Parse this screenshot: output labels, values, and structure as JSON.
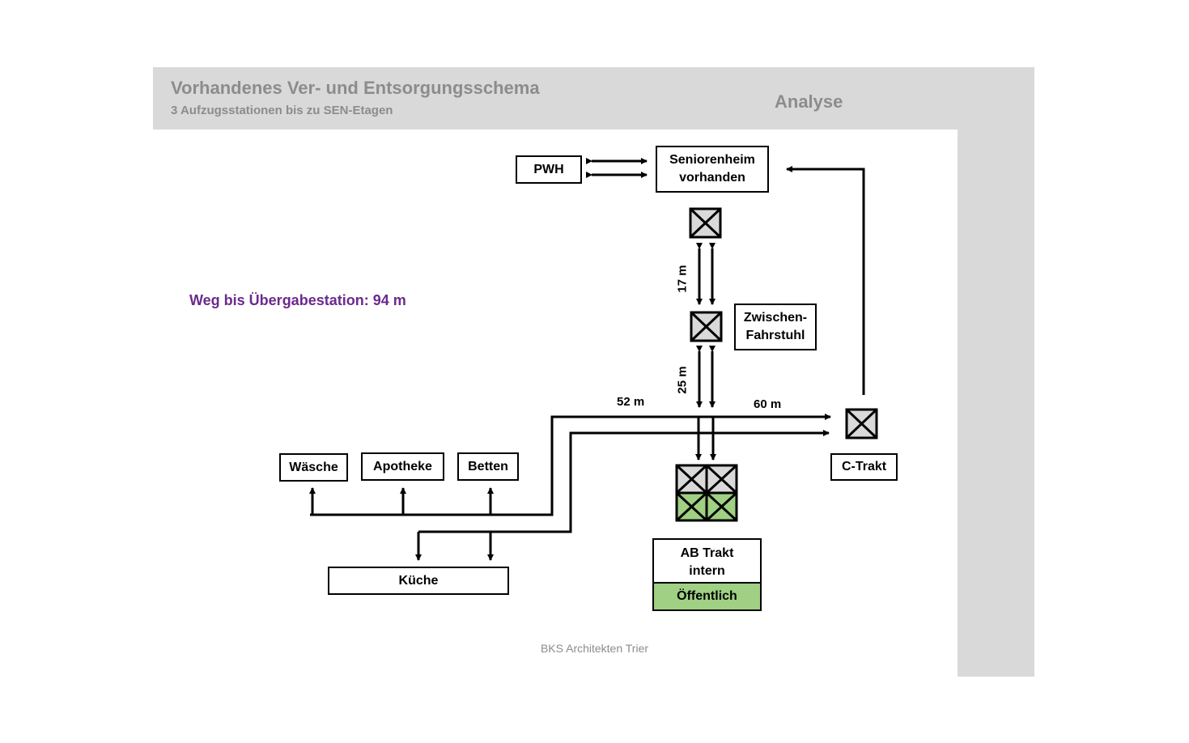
{
  "header": {
    "title": "Vorhandenes Ver- und Entsorgungsschema",
    "subtitle": "3 Aufzugsstationen bis zu SEN-Etagen",
    "section": "Analyse"
  },
  "note": "Weg bis Übergabestation: 94 m",
  "footer": "BKS Architekten Trier",
  "boxes": {
    "pwh": "PWH",
    "seniorenheim": "Seniorenheim\nvorhanden",
    "zwischen": "Zwischen-\nFahrstuhl",
    "c_trakt": "C-Trakt",
    "waesche": "Wäsche",
    "apotheke": "Apotheke",
    "betten": "Betten",
    "kueche": "Küche",
    "ab_trakt": "AB Trakt\nintern",
    "oeffentlich": "Öffentlich"
  },
  "distances": {
    "d17": "17 m",
    "d25": "25 m",
    "d52": "52 m",
    "d60": "60 m"
  },
  "colors": {
    "frame": "#d9d9d9",
    "note": "#6b2a8c",
    "public_fill": "#9fd083",
    "elevator_lower": "#9fd083",
    "elevator_upper": "#d9d9d9"
  }
}
